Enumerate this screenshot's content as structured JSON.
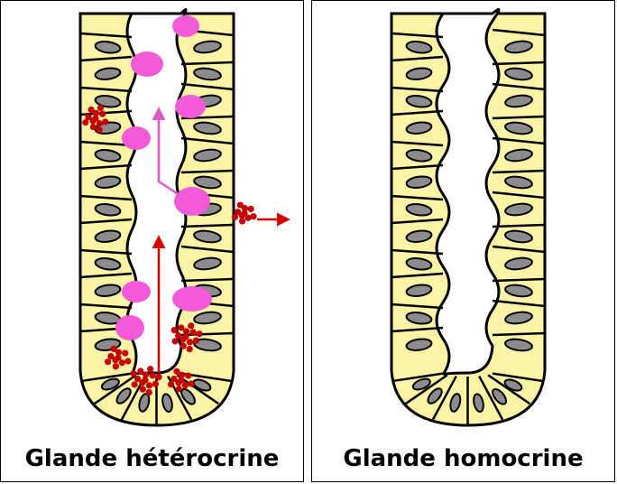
{
  "panels": [
    {
      "caption": "Glande hétérocrine"
    },
    {
      "caption": "Glande homocrine"
    }
  ],
  "colors": {
    "cell_fill": "#fbf3a6",
    "outline": "#000000",
    "nucleus_fill": "#8c8c8c",
    "secretion": "#f25ad8",
    "granule": "#c40000",
    "arrow": "#d60000",
    "pink_arrow": "#e05ac8"
  },
  "icons": [
    "secretion-vesicle",
    "granule-cluster",
    "secretion-arrow"
  ]
}
